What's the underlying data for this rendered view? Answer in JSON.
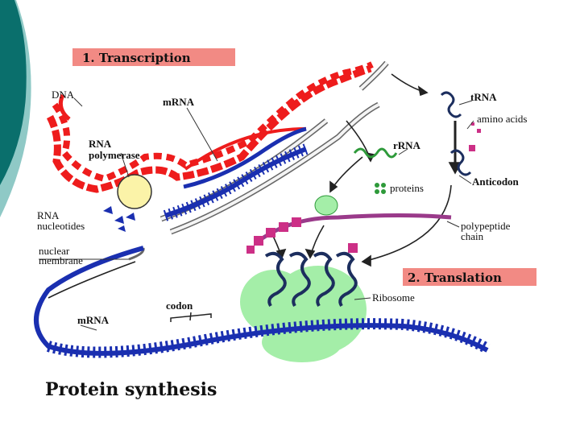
{
  "title": "Protein synthesis",
  "sections": {
    "transcription": "1. Transcription",
    "translation": "2. Translation"
  },
  "labels": {
    "dna": "DNA",
    "mrna_top": "mRNA",
    "rna_polymerase_1": "RNA",
    "rna_polymerase_2": "polymerase",
    "rna_nucleotides_1": "RNA",
    "rna_nucleotides_2": "nucleotides",
    "nuclear_membrane_1": "nuclear",
    "nuclear_membrane_2": "membrane",
    "mrna_bottom": "mRNA",
    "codon": "codon",
    "trna": "tRNA",
    "amino_acids": "amino acids",
    "rrna": "rRNA",
    "proteins": "proteins",
    "anticodon": "Anticodon",
    "polypeptide_1": "polypeptide",
    "polypeptide_2": "chain",
    "ribosome": "Ribosome"
  },
  "colors": {
    "slide_teal": "#0a6f6c",
    "slide_teal_light": "#8fc9c6",
    "section_box": "#f28a84",
    "dna_red": "#ee1c1c",
    "mrna_blue": "#1a2fb0",
    "ribosome_green": "#a4eea8",
    "polymerase_yellow": "#fbf3a8",
    "rrna_green": "#2e9a3a",
    "amino_magenta": "#cc2f86",
    "trna_navy": "#1c2e5e"
  }
}
